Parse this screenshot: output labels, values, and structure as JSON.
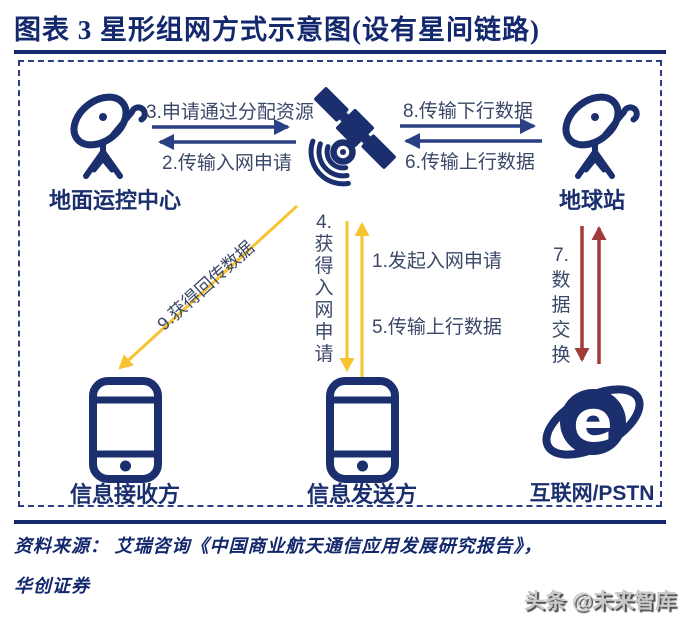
{
  "title": "图表 3  星形组网方式示意图(设有星间链路)",
  "colors": {
    "navy_icon": "#1b2f6e",
    "title_navy": "#14286e",
    "arrow_blue": "#2b3f85",
    "flow_label": "#3b4868",
    "arrow_yellow": "#f7c331",
    "arrow_red": "#a33b3b"
  },
  "nodes": {
    "ground_control": "地面运控中心",
    "earth_station": "地球站",
    "receiver": "信息接收方",
    "sender": "信息发送方",
    "internet": "互联网/PSTN"
  },
  "flows": {
    "f1": "1.发起入网申请",
    "f2": "2.传输入网申请",
    "f3": "3.申请通过分配资源",
    "f4_lines": [
      "4.",
      "获",
      "得",
      "入",
      "网",
      "申",
      "请"
    ],
    "f5": "5.传输上行数据",
    "f6": "6.传输上行数据",
    "f7_lines": [
      "7.",
      "数",
      "据",
      "交",
      "换"
    ],
    "f8": "8.传输下行数据",
    "f9": "9.获得回传数据"
  },
  "icons": {
    "ground_dish": "satellite-dish-icon",
    "satellite": "satellite-icon",
    "earth_dish": "satellite-dish-icon",
    "receiver_phone": "smartphone-icon",
    "sender_phone": "smartphone-icon",
    "internet": "internet-explorer-e-icon"
  },
  "footer": {
    "source_line1": "资料来源： 艾瑞咨询《中国商业航天通信应用发展研究报告》，",
    "source_line2": "华创证券",
    "watermark": "头条 @未来智库"
  }
}
